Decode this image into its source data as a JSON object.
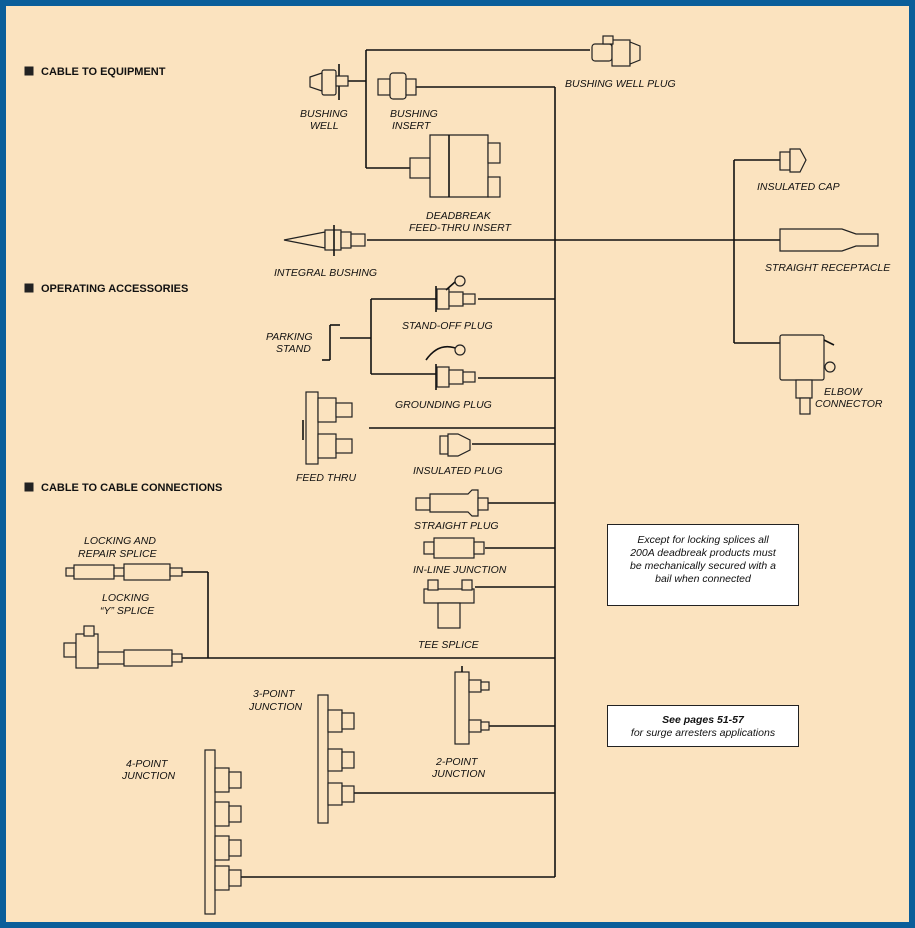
{
  "colors": {
    "border": "#0a5e9a",
    "background": "#fbe3bf",
    "line": "#111111"
  },
  "sections": {
    "cable_to_equipment": "CABLE TO EQUIPMENT",
    "operating_accessories": "OPERATING ACCESSORIES",
    "cable_to_cable": "CABLE TO CABLE CONNECTIONS"
  },
  "labels": {
    "bushing_well_plug": "BUSHING WELL PLUG",
    "bushing_well": [
      "BUSHING",
      "WELL"
    ],
    "bushing_insert": [
      "BUSHING",
      "INSERT"
    ],
    "deadbreak_feed_thru": [
      "DEADBREAK",
      "FEED-THRU INSERT"
    ],
    "integral_bushing": "INTEGRAL BUSHING",
    "insulated_cap": "INSULATED CAP",
    "straight_receptacle": "STRAIGHT RECEPTACLE",
    "elbow_connector": [
      "ELBOW",
      "CONNECTOR"
    ],
    "parking_stand": [
      "PARKING",
      "STAND"
    ],
    "stand_off_plug": "STAND-OFF PLUG",
    "grounding_plug": "GROUNDING PLUG",
    "feed_thru": "FEED THRU",
    "insulated_plug": "INSULATED PLUG",
    "straight_plug": "STRAIGHT PLUG",
    "in_line_junction": "IN-LINE JUNCTION",
    "tee_splice": "TEE SPLICE",
    "locking_repair_splice": [
      "LOCKING AND",
      "REPAIR SPLICE"
    ],
    "locking_y_splice": [
      "LOCKING",
      "“Y” SPLICE"
    ],
    "three_point_junction": [
      "3-POINT",
      "JUNCTION"
    ],
    "two_point_junction": [
      "2-POINT",
      "JUNCTION"
    ],
    "four_point_junction": [
      "4-POINT",
      "JUNCTION"
    ]
  },
  "notes": {
    "bail": [
      "Except for locking splices all",
      "200A deadbreak products must",
      "be mechanically secured with a",
      "bail when connected"
    ],
    "surge_bold": "See pages 51-57",
    "surge_text": "for surge arresters applications"
  },
  "icons": [
    "bullet-square-icon",
    "bushing-well-plug-icon",
    "bushing-well-icon",
    "bushing-insert-icon",
    "deadbreak-feed-thru-insert-icon",
    "integral-bushing-icon",
    "insulated-cap-icon",
    "straight-receptacle-icon",
    "elbow-connector-icon",
    "parking-stand-icon",
    "stand-off-plug-icon",
    "grounding-plug-icon",
    "feed-thru-icon",
    "insulated-plug-icon",
    "straight-plug-icon",
    "in-line-junction-icon",
    "tee-splice-icon",
    "locking-repair-splice-icon",
    "locking-y-splice-icon",
    "three-point-junction-icon",
    "two-point-junction-icon",
    "four-point-junction-icon"
  ]
}
